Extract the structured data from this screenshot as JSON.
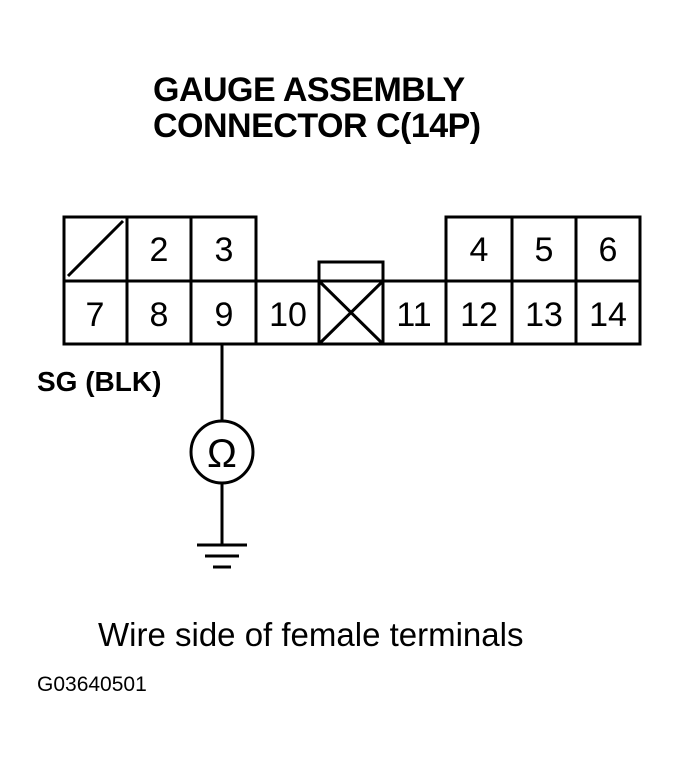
{
  "title": {
    "line1": "GAUGE ASSEMBLY",
    "line2": "CONNECTOR C(14P)"
  },
  "connector": {
    "top_row": [
      "",
      "2",
      "3",
      "",
      "",
      "",
      "4",
      "5",
      "6"
    ],
    "bottom_row": [
      "7",
      "8",
      "9",
      "10",
      "",
      "11",
      "12",
      "13",
      "14"
    ]
  },
  "wire_label": "SG (BLK)",
  "meter_symbol": "Ω",
  "icons": {
    "meter": "ohmmeter-icon",
    "ground": "ground-icon"
  },
  "caption": "Wire side of female terminals",
  "figure_code": "G03640501"
}
